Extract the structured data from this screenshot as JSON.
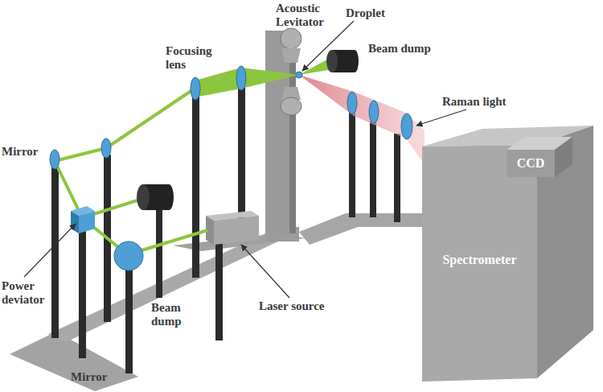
{
  "diagram": {
    "nodes": [
      {
        "text": [
          "CCD"
        ]
      },
      {
        "text": [
          "Spectrometer"
        ]
      }
    ],
    "labels": [
      "Acoustic Levitator",
      "Droplet",
      "Beam dump",
      "Focusing lens",
      "Raman light",
      "Mirror",
      "Power deviator",
      "Beam dump",
      "Laser source",
      "Mirror"
    ]
  }
}
